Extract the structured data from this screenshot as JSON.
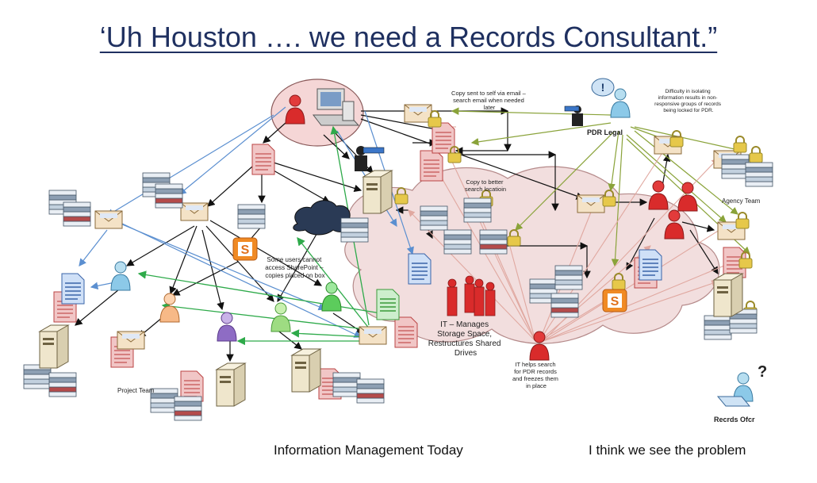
{
  "title": "‘Uh Houston …. we need a Records Consultant.”",
  "labels": {
    "copy_self_email": [
      "Copy sent to self via email –",
      "search email when needed",
      "later"
    ],
    "copy_search_location": [
      "Copy to better",
      "search locatioin"
    ],
    "difficulty": [
      "Difficulty in isolating",
      "information results in non-",
      "responsive groups of records",
      "being locked for PDR."
    ],
    "pdr_legal": "PDR  Legal",
    "agency_team": "Agency Team",
    "sharepoint_note": [
      "Some users cannot",
      "access SharePoint –",
      "copies placed on box"
    ],
    "it_manages": [
      "IT – Manages",
      "Storage Space,",
      "Restructures Shared",
      "Drives"
    ],
    "it_helps": [
      "IT helps search",
      "for PDR records",
      "and freezes them",
      "in place"
    ],
    "project_team": "Project Team",
    "records_officer": "Recrds Ofcr",
    "question_mark": "?"
  },
  "captions": {
    "left": "Information Management Today",
    "right": "I think we see the problem"
  },
  "colors": {
    "title": "#1f3060",
    "cloud": "#f2dede",
    "blue_arrow": "#5b8fd0",
    "green_arrow": "#2eaa4a",
    "olive_arrow": "#8aa33a",
    "pink_arrow": "#e0a8a0",
    "black_arrow": "#111111"
  }
}
